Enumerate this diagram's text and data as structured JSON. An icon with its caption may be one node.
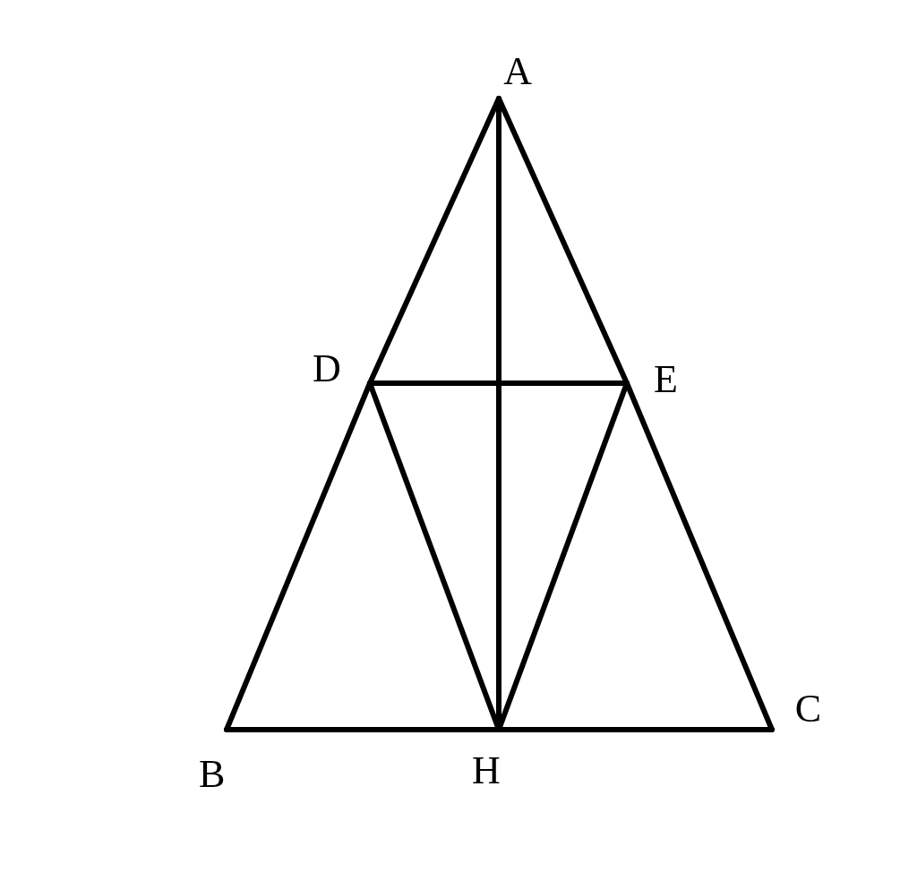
{
  "diagram": {
    "nodes": [
      {
        "text": [
          "A"
        ]
      },
      {
        "text": [
          "D"
        ]
      },
      {
        "text": [
          "E"
        ]
      },
      {
        "text": [
          "B"
        ]
      },
      {
        "text": [
          "H"
        ]
      },
      {
        "text": [
          "C"
        ]
      }
    ],
    "edges": [
      {
        "from": 0,
        "to": 1,
        "arrow": "none"
      },
      {
        "from": 1,
        "to": 3,
        "arrow": "none"
      },
      {
        "from": 0,
        "to": 2,
        "arrow": "none"
      },
      {
        "from": 2,
        "to": 5,
        "arrow": "none"
      },
      {
        "from": 3,
        "to": 4,
        "arrow": "none"
      },
      {
        "from": 4,
        "to": 5,
        "arrow": "none"
      },
      {
        "from": 1,
        "to": 2,
        "arrow": "none"
      },
      {
        "from": 1,
        "to": 4,
        "arrow": "none"
      },
      {
        "from": 2,
        "to": 4,
        "arrow": "none"
      },
      {
        "from": 0,
        "to": 4,
        "arrow": "none"
      }
    ]
  }
}
